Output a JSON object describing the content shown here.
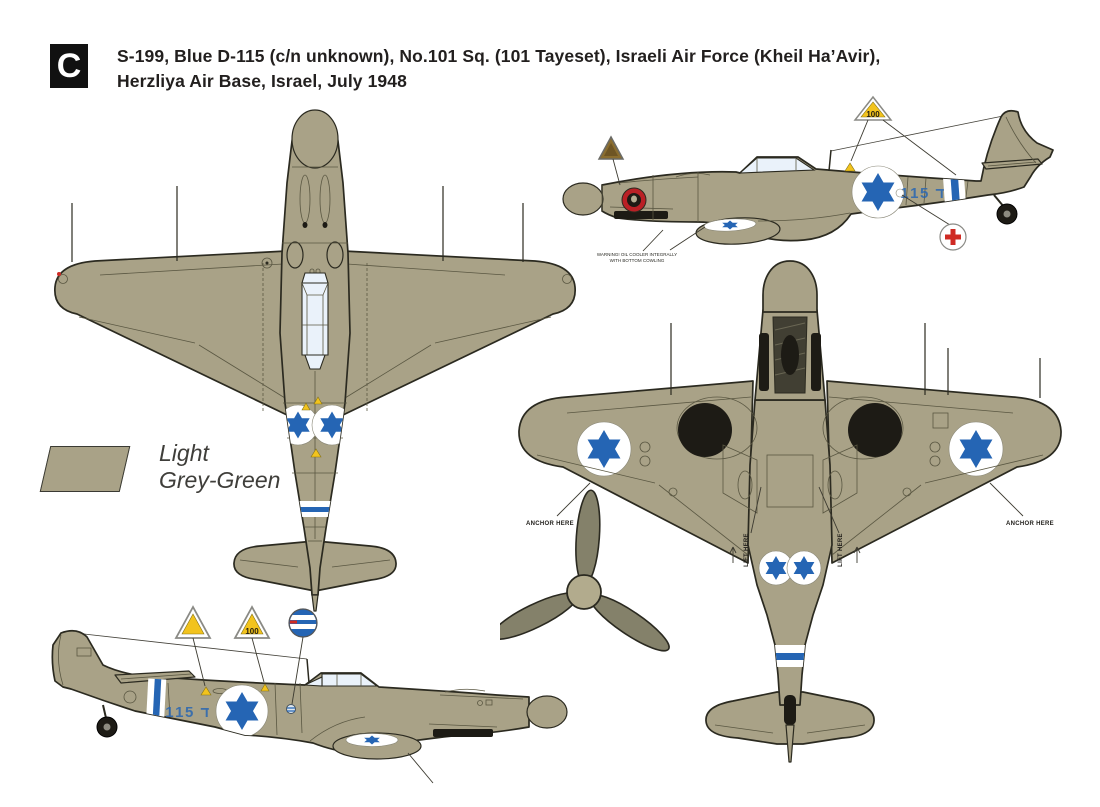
{
  "header": {
    "variant_letter": "C",
    "title_line1": "S-199, Blue D-115 (c/n unknown), No.101 Sq. (101 Tayeset), Israeli Air Force (Kheil Ha’Avir),",
    "title_line2": "Herzliya Air Base, Israel, July 1948"
  },
  "legend": {
    "label_line1": "Light",
    "label_line2": "Grey-Green"
  },
  "views": {
    "side_right": {
      "tactical_code": "115 ד",
      "fuel_triangle_label": "100",
      "stencil_line1": "WARNING! OIL COOLER INTEGRALLY",
      "stencil_line2": "WITH BOTTOM COWLING"
    },
    "side_left": {
      "tactical_code": "115 ד",
      "fuel_triangle_label": "100"
    },
    "bottom": {
      "anchor_left": "ANCHOR HERE",
      "anchor_right": "ANCHOR HERE",
      "lift_left": "LIFT HERE",
      "lift_right": "LIFT HERE"
    }
  },
  "colors": {
    "airframe": "#a9a287",
    "propeller_blade": "#84816a",
    "spinner_hub": "#b2ab8d",
    "outline": "#2b2a20",
    "panel_line": "#5a5742",
    "marking_blue": "#2565b4",
    "marking_yellow": "#f2c31d",
    "marking_red": "#cf2b24",
    "emblem_red": "#ba2025",
    "fuel_triangle_brown": "#8a6d2f",
    "canopy_glass": "#eaf2fa",
    "detail_black": "#1d1b15",
    "white": "#ffffff",
    "text_dark": "#221f1e"
  }
}
